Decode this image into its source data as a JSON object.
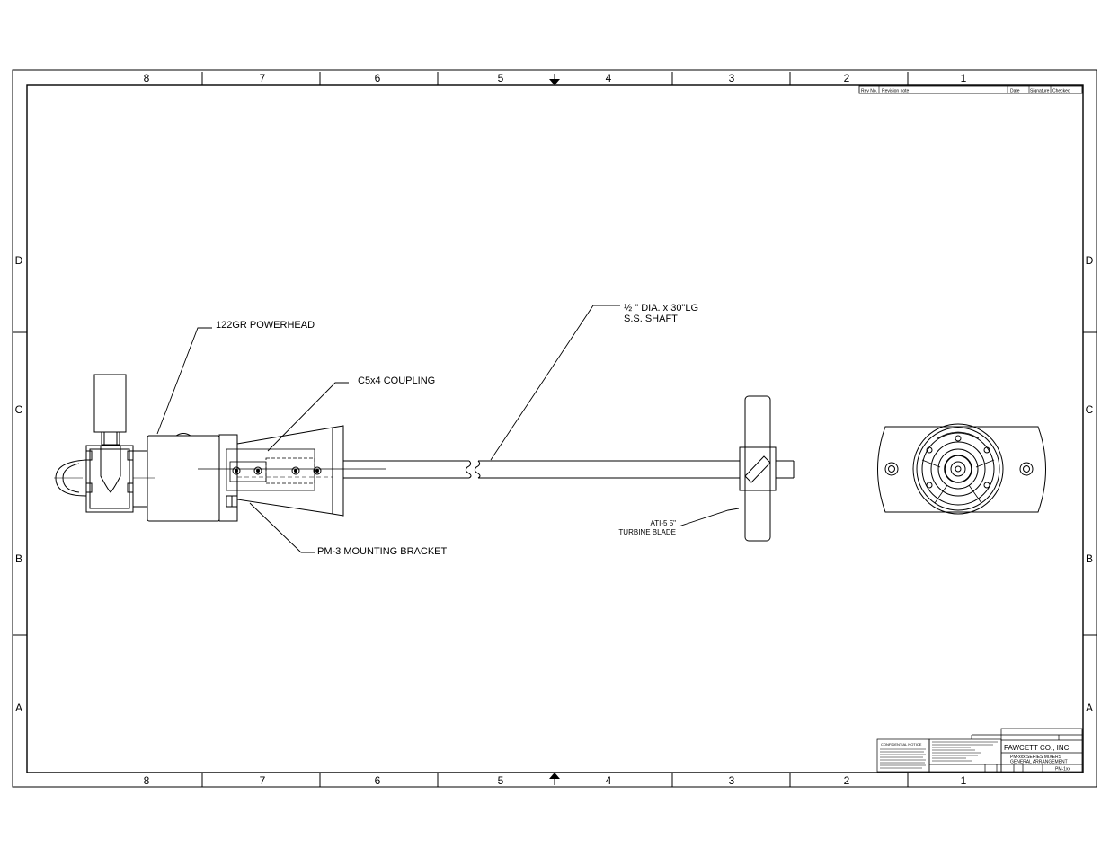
{
  "frame": {
    "columns": [
      "8",
      "7",
      "6",
      "5",
      "4",
      "3",
      "2",
      "1"
    ],
    "rows": [
      "D",
      "C",
      "B",
      "A"
    ]
  },
  "revision_block": {
    "headers": [
      "Rev No.",
      "Revision note",
      "Date",
      "Signature",
      "Checked"
    ]
  },
  "callouts": {
    "powerhead": "122GR POWERHEAD",
    "coupling": "C5x4 COUPLING",
    "shaft_line1": "½ \" DIA. x 30\"LG",
    "shaft_line2": "S.S. SHAFT",
    "bracket": "PM-3 MOUNTING BRACKET",
    "blade_line1": "ATI-5 5\"",
    "blade_line2": "TURBINE BLADE"
  },
  "title_block": {
    "confidential": "CONFIDENTIAL NOTICE",
    "company": "FAWCETT CO., INC.",
    "title_line1": "PM-xxx SERIES MIXERS",
    "title_line2": "GENERAL ARRANGEMENT",
    "drawing_no": "PM-1xx"
  }
}
